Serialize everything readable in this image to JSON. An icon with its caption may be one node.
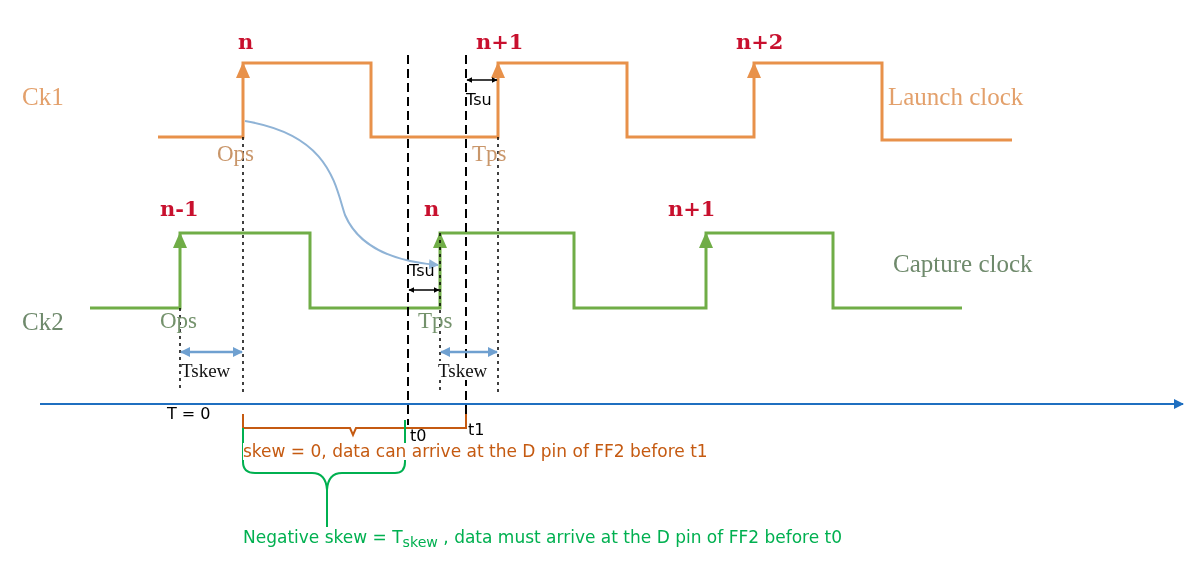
{
  "diagram": {
    "labels": [
      "n",
      "n+1",
      "n+2",
      "Ck1",
      "Tsu",
      "Launch clock",
      "Ops",
      "Tps",
      "n-1",
      "n",
      "n+1",
      "Capture clock",
      "Tsu",
      "Ck2",
      "Ops",
      "Tps",
      "Tskew",
      "Tskew",
      "T = 0",
      "t0",
      "t1",
      "skew = 0, data can arrive at the D pin of FF2 before t1",
      "Negative skew = T$_{skew}$ , data must arrive at the D pin of FF2 before t0"
    ]
  }
}
